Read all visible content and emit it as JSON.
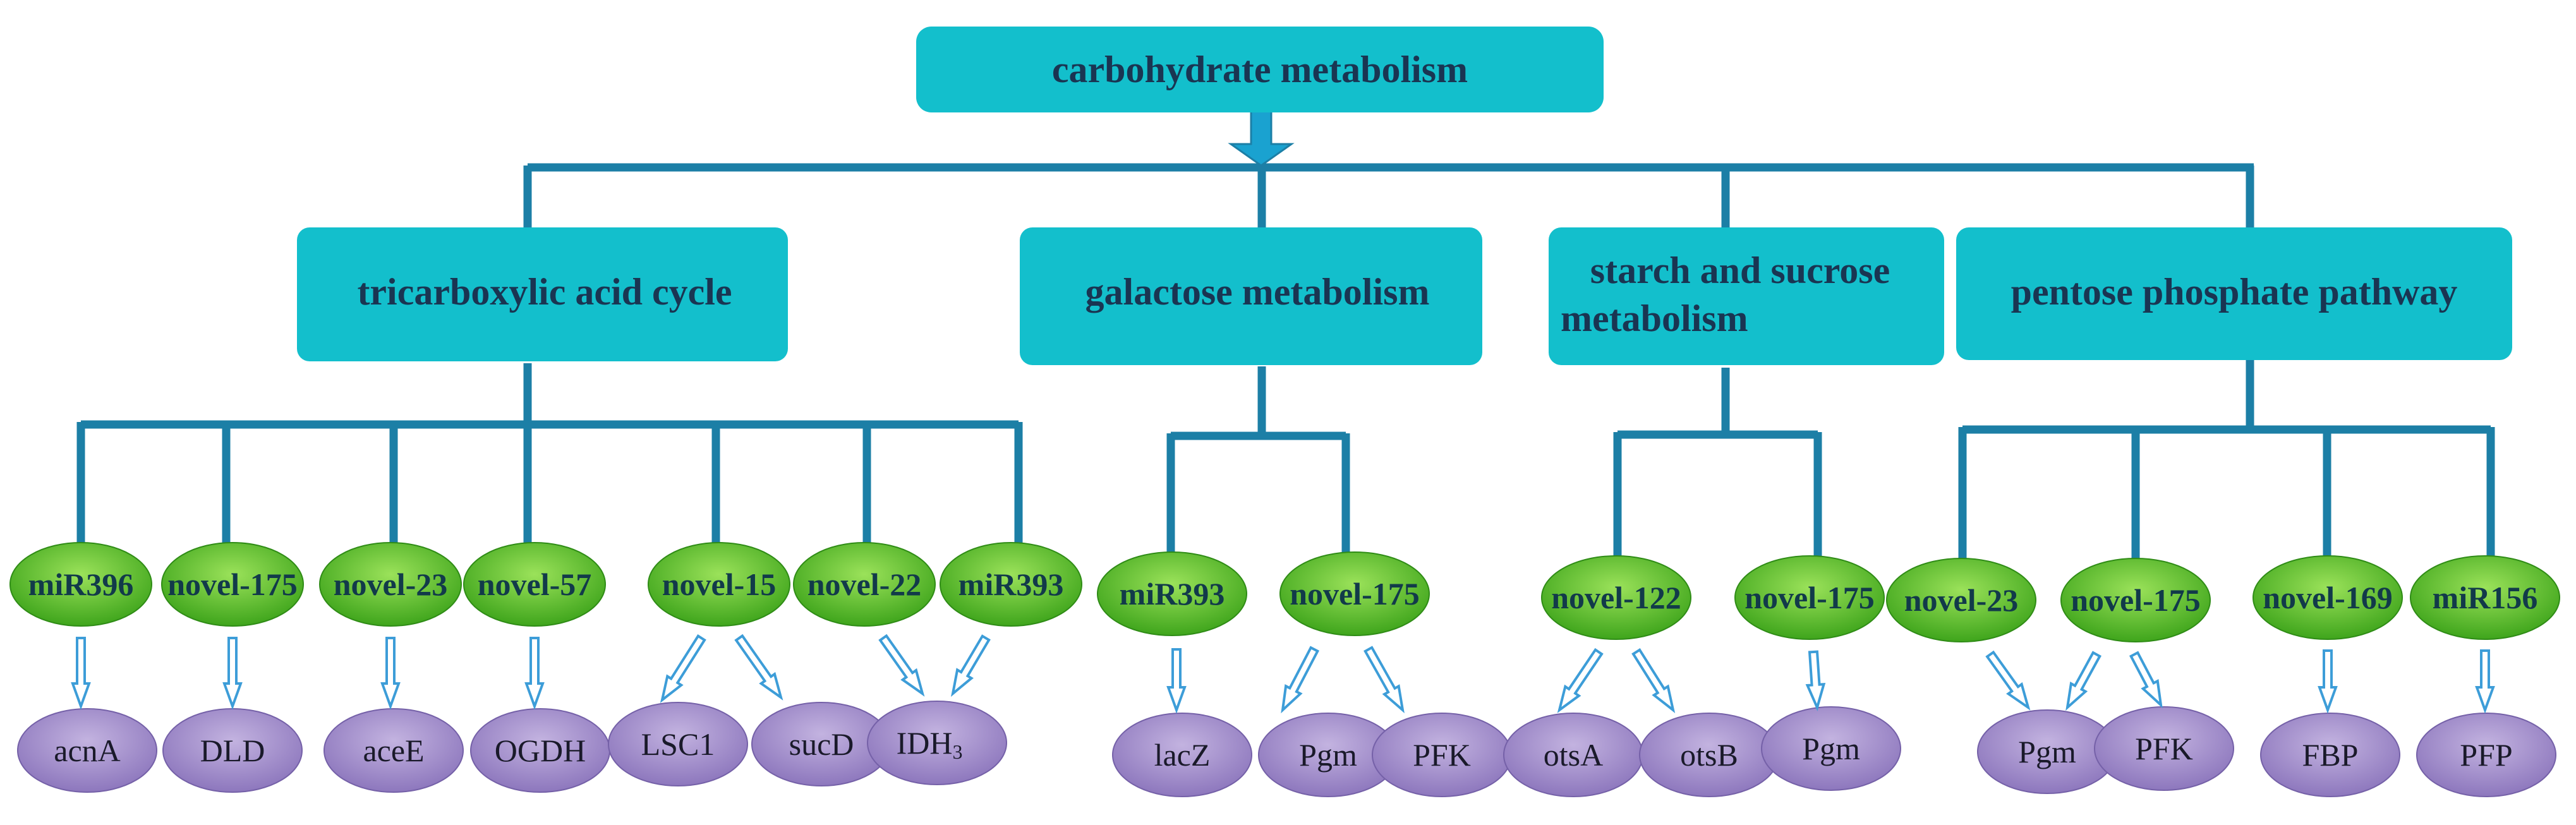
{
  "root": {
    "label": "carbohydrate metabolism"
  },
  "pathways": [
    {
      "label_lines": [
        "tricarboxylic acid cycle"
      ],
      "mirnas": [
        "miR396",
        "novel-175",
        "novel-23",
        "novel-57",
        "novel-15",
        "novel-22",
        "miR393"
      ],
      "genes": [
        {
          "label": "acnA"
        },
        {
          "label": "DLD"
        },
        {
          "label": "aceE"
        },
        {
          "label": "OGDH"
        },
        {
          "label": "LSC1"
        },
        {
          "label": "sucD"
        },
        {
          "label": "IDH",
          "subscript": "3"
        }
      ]
    },
    {
      "label_lines": [
        "galactose metabolism"
      ],
      "mirnas": [
        "miR393",
        "novel-175"
      ],
      "genes": [
        {
          "label": "lacZ"
        },
        {
          "label": "Pgm"
        },
        {
          "label": "PFK"
        }
      ]
    },
    {
      "label_lines": [
        "starch and sucrose",
        "metabolism"
      ],
      "mirnas": [
        "novel-122",
        "novel-175"
      ],
      "genes": [
        {
          "label": "otsA"
        },
        {
          "label": "otsB"
        },
        {
          "label": "Pgm"
        }
      ]
    },
    {
      "label_lines": [
        "pentose phosphate pathway"
      ],
      "mirnas": [
        "novel-23",
        "novel-175",
        "novel-169",
        "miR156"
      ],
      "genes": [
        {
          "label": "Pgm"
        },
        {
          "label": "PFK"
        },
        {
          "label": "FBP"
        },
        {
          "label": "PFP"
        }
      ]
    }
  ],
  "colors": {
    "box_fill": "#13bfcc",
    "line": "#1c7fa6",
    "mirna_light": "#9be25a",
    "mirna_dark": "#3fa51c",
    "gene_light": "#c3b3e0",
    "gene_dark": "#8d77bd",
    "arrow": "#3d9dd8"
  }
}
